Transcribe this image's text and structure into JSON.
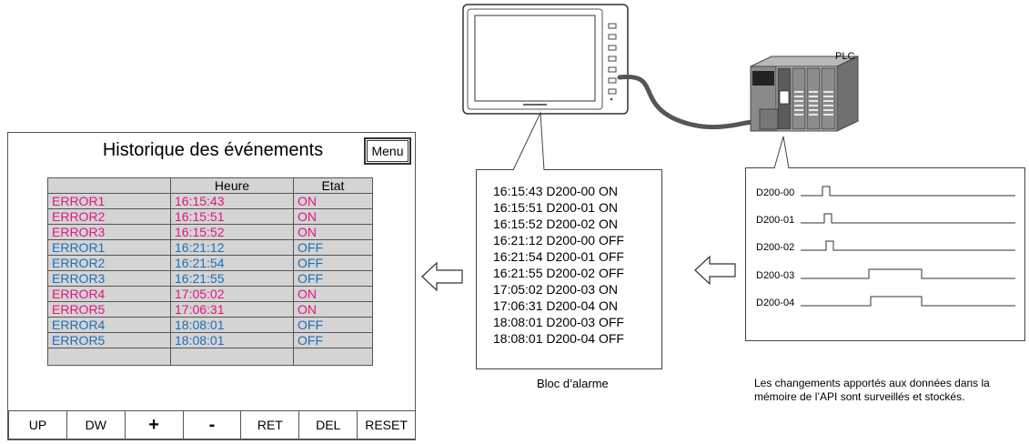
{
  "screen": {
    "title": "Historique des événements",
    "menu_label": "Menu",
    "table": {
      "headers": [
        "",
        "Heure",
        "Etat"
      ],
      "rows": [
        {
          "name": "ERROR1",
          "time": "16:15:43",
          "state": "ON"
        },
        {
          "name": "ERROR2",
          "time": "16:15:51",
          "state": "ON"
        },
        {
          "name": "ERROR3",
          "time": "16:15:52",
          "state": "ON"
        },
        {
          "name": "ERROR1",
          "time": "16:21:12",
          "state": "OFF"
        },
        {
          "name": "ERROR2",
          "time": "16:21:54",
          "state": "OFF"
        },
        {
          "name": "ERROR3",
          "time": "16:21:55",
          "state": "OFF"
        },
        {
          "name": "ERROR4",
          "time": "17:05:02",
          "state": "ON"
        },
        {
          "name": "ERROR5",
          "time": "17:06:31",
          "state": "ON"
        },
        {
          "name": "ERROR4",
          "time": "18:08:01",
          "state": "OFF"
        },
        {
          "name": "ERROR5",
          "time": "18:08:01",
          "state": "OFF"
        }
      ]
    },
    "buttons": [
      "UP",
      "DW",
      "+",
      "-",
      "RET",
      "DEL",
      "RESET"
    ]
  },
  "alarm_block": {
    "lines": [
      "16:15:43  D200-00 ON",
      "16:15:51  D200-01 ON",
      "16:15:52  D200-02 ON",
      "16:21:12  D200-00 OFF",
      "16:21:54  D200-01 OFF",
      "16:21:55  D200-02 OFF",
      "17:05:02  D200-03 ON",
      "17:06:31  D200-04 ON",
      "18:08:01  D200-03 OFF",
      "18:08:01  D200-04 OFF"
    ],
    "caption": "Bloc d’alarme"
  },
  "timing": {
    "signals": [
      "D200-00",
      "D200-01",
      "D200-02",
      "D200-03",
      "D200-04"
    ]
  },
  "plc_label": "PLC",
  "note": "Les changements apportés aux données dans la mémoire de l’API sont surveillés et stockés.",
  "colors": {
    "on": "#e0177f",
    "off": "#1b6fb8",
    "cell_bg": "#d4d4d4"
  }
}
